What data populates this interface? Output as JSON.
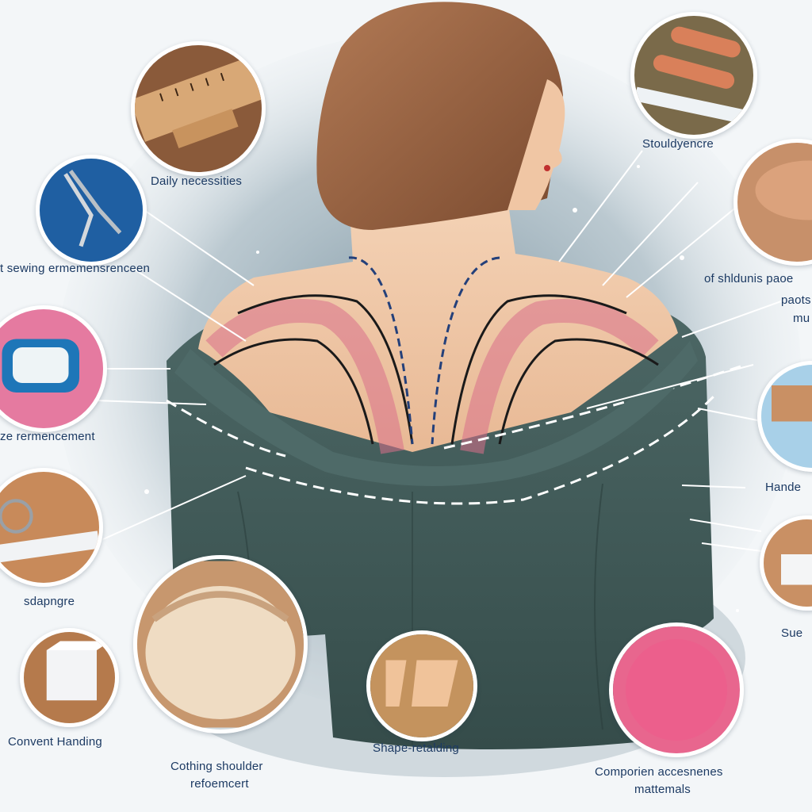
{
  "labels": {
    "daily_necessities": "Daily necessities",
    "shouldyencre": "Stouldyencre",
    "sewing": "t sewing ermemensrenceen",
    "shoulder_pads": "of  shldunis paoe",
    "shoulder_pads_2": "paots",
    "shoulder_pads_3": "mu",
    "size_reinforcement": "ze rermencement",
    "hande": "Hande",
    "shapingre": "sdapngre",
    "sue": "Sue",
    "convent_handing": "Convent Handing",
    "shape_retaining": "Shape-retalding",
    "clothing_shoulder_1": "Cothing shoulder",
    "clothing_shoulder_2": "refoemcert",
    "companion_1": "Comporien accesnenes",
    "companion_2": "mattemals"
  },
  "colors": {
    "background": "#f3f6f8",
    "sweater": "#3f5a58",
    "skin": "#f2c9a8",
    "hair": "#9a6240",
    "label": "#1c3a63",
    "pink_pad": "#e8668e",
    "blue_case": "#1e76b8"
  },
  "icons": [
    "ruler-closeup-icon",
    "tweezers-icon",
    "felt-pads-tape-icon",
    "round-pad-icon",
    "blue-case-icon",
    "wood-block-icon",
    "rings-tape-icon",
    "foam-piece-icon",
    "foam-cube-icon",
    "shoulder-pad-cup-icon",
    "triangle-pads-icon",
    "pink-round-pad-icon"
  ]
}
